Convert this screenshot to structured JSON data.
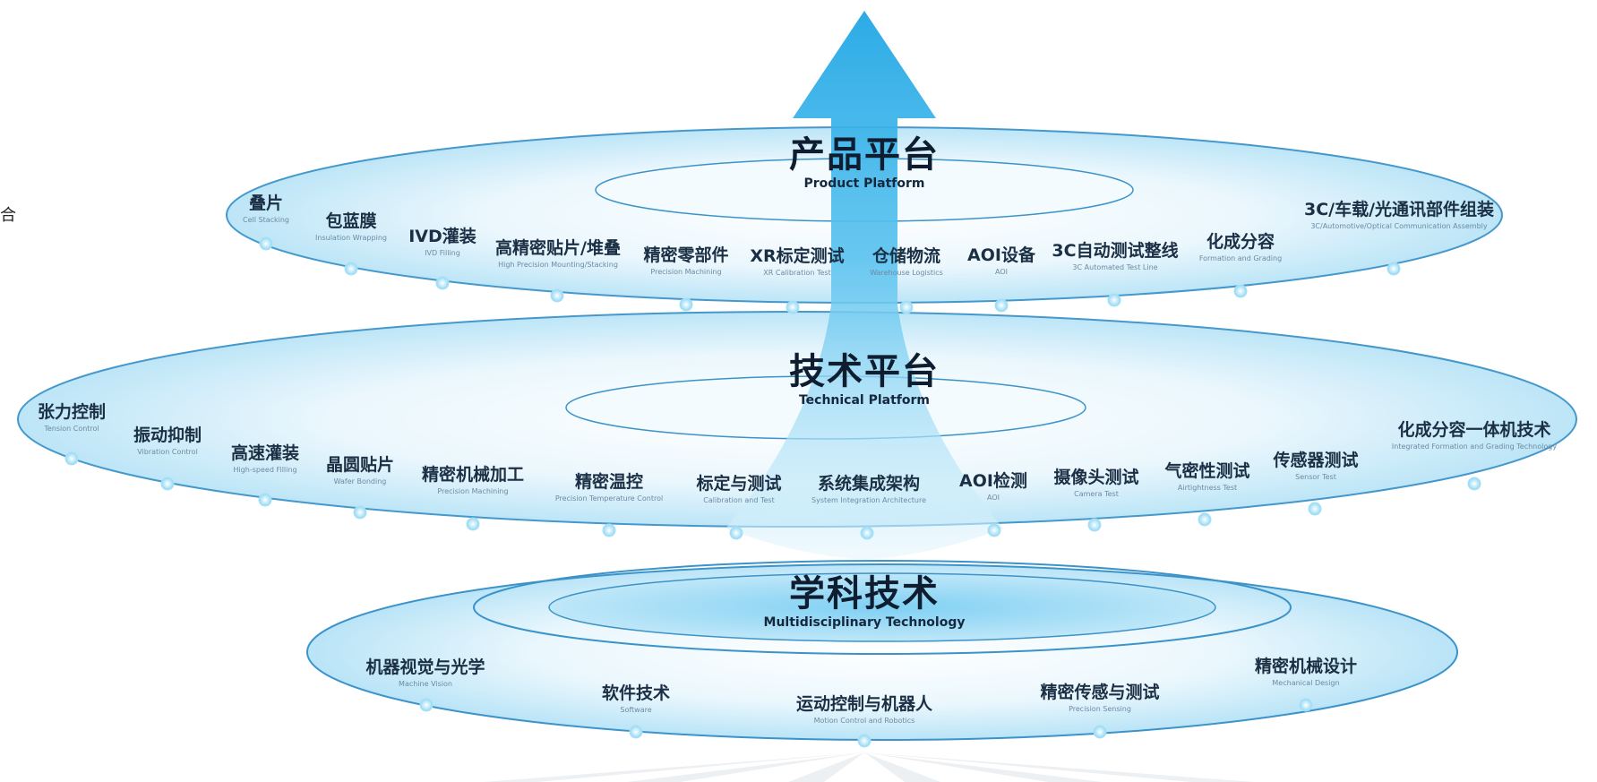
{
  "colors": {
    "arrow_top": "#1fa8e6",
    "arrow_bottom": "#e9f7fd",
    "ring_stroke": "#3b93c9",
    "ring_fill": "#d7f0fb",
    "dot": "#7fd3f4"
  },
  "edge_char": "合",
  "tiers": {
    "product": {
      "title": "产品平台",
      "subtitle": "Product Platform",
      "items": [
        {
          "zh": "叠片",
          "en": "Cell Stacking"
        },
        {
          "zh": "包蓝膜",
          "en": "Insulation Wrapping"
        },
        {
          "zh": "IVD灌装",
          "en": "IVD Filling"
        },
        {
          "zh": "高精密贴片/堆叠",
          "en": "High Precision Mounting/Stacking"
        },
        {
          "zh": "精密零部件",
          "en": "Precision Machining"
        },
        {
          "zh": "XR标定测试",
          "en": "XR Calibration Test"
        },
        {
          "zh": "仓储物流",
          "en": "Warehouse Logistics"
        },
        {
          "zh": "AOI设备",
          "en": "AOI"
        },
        {
          "zh": "3C自动测试整线",
          "en": "3C Automated Test Line"
        },
        {
          "zh": "化成分容",
          "en": "Formation and Grading"
        },
        {
          "zh": "3C/车载/光通讯部件组装",
          "en": "3C/Automotive/Optical Communication Assembly"
        }
      ]
    },
    "technical": {
      "title": "技术平台",
      "subtitle": "Technical Platform",
      "items": [
        {
          "zh": "张力控制",
          "en": "Tension Control"
        },
        {
          "zh": "振动抑制",
          "en": "Vibration Control"
        },
        {
          "zh": "高速灌装",
          "en": "High-speed Filling"
        },
        {
          "zh": "晶圆贴片",
          "en": "Wafer Bonding"
        },
        {
          "zh": "精密机械加工",
          "en": "Precision Machining"
        },
        {
          "zh": "精密温控",
          "en": "Precision Temperature Control"
        },
        {
          "zh": "标定与测试",
          "en": "Calibration and Test"
        },
        {
          "zh": "系统集成架构",
          "en": "System Integration Architecture"
        },
        {
          "zh": "AOI检测",
          "en": "AOI"
        },
        {
          "zh": "摄像头测试",
          "en": "Camera Test"
        },
        {
          "zh": "气密性测试",
          "en": "Airtightness Test"
        },
        {
          "zh": "传感器测试",
          "en": "Sensor Test"
        },
        {
          "zh": "化成分容一体机技术",
          "en": "Integrated Formation and Grading Technology"
        }
      ]
    },
    "multidisciplinary": {
      "title": "学科技术",
      "subtitle": "Multidisciplinary Technology",
      "items": [
        {
          "zh": "机器视觉与光学",
          "en": "Machine Vision"
        },
        {
          "zh": "软件技术",
          "en": "Software"
        },
        {
          "zh": "运动控制与机器人",
          "en": "Motion Control and Robotics"
        },
        {
          "zh": "精密传感与测试",
          "en": "Precision Sensing"
        },
        {
          "zh": "精密机械设计",
          "en": "Mechanical Design"
        }
      ]
    }
  }
}
